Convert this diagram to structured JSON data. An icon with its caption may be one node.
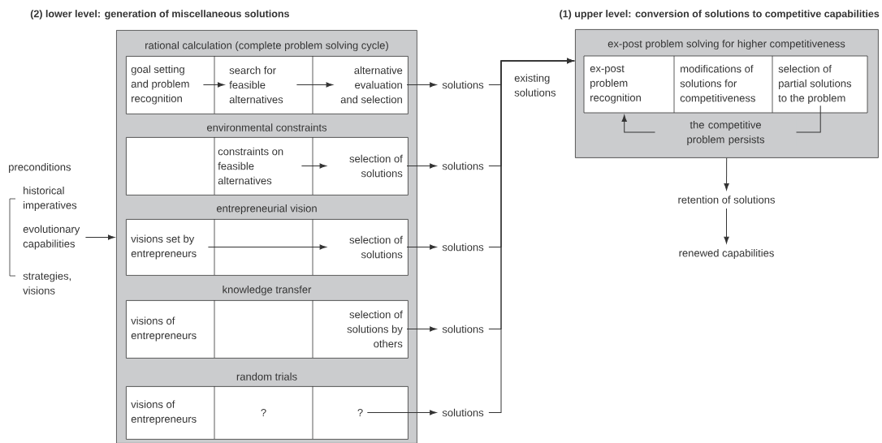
{
  "diagram": {
    "nodes": [
      {
        "text": [
          "(2) lower level: generation of miscellaneous solutions"
        ]
      },
      {
        "text": [
          "rational calculation (complete problem solving cycle)"
        ],
        "in": 0
      },
      {
        "text": [
          "goal setting and problem recognition"
        ],
        "in": 1
      },
      {
        "text": [
          "search for feasible alternatives"
        ],
        "in": 1
      },
      {
        "text": [
          "alternative evaluation and selection"
        ],
        "in": 1
      },
      {
        "text": [
          "environmental constraints"
        ],
        "in": 0
      },
      {
        "text": [
          "constraints on feasible alternatives"
        ],
        "in": 5
      },
      {
        "text": [
          "selection of solutions"
        ],
        "in": 5
      },
      {
        "text": [
          "entrepreneurial vision"
        ],
        "in": 0
      },
      {
        "text": [
          "visions set by entrepreneurs"
        ],
        "in": 8
      },
      {
        "text": [
          "selection of solutions"
        ],
        "in": 8
      },
      {
        "text": [
          "knowledge transfer"
        ],
        "in": 0
      },
      {
        "text": [
          "visions of entrepreneurs"
        ],
        "in": 11
      },
      {
        "text": [
          "selection of solutions by others"
        ],
        "in": 11
      },
      {
        "text": [
          "random trials"
        ],
        "in": 0
      },
      {
        "text": [
          "visions of entrepreneurs"
        ],
        "in": 14
      },
      {
        "text": [
          "?"
        ],
        "in": 14
      },
      {
        "text": [
          "?"
        ],
        "in": 14
      },
      {
        "text": [
          "solutions"
        ]
      },
      {
        "text": [
          "solutions"
        ]
      },
      {
        "text": [
          "solutions"
        ]
      },
      {
        "text": [
          "solutions"
        ]
      },
      {
        "text": [
          "solutions"
        ]
      },
      {
        "text": [
          "(1) upper level: conversion of solutions to competitive capabilities",
          "ex-post problem solving for higher competitiveness"
        ]
      },
      {
        "text": [
          "ex-post problem recognition"
        ],
        "in": 23
      },
      {
        "text": [
          "modifications of solutions for competitiveness"
        ],
        "in": 23
      },
      {
        "text": [
          "selection of partial solutions to the problem"
        ],
        "in": 23
      },
      {
        "text": [
          "retention of solutions"
        ]
      },
      {
        "text": [
          "renewed capabilities"
        ]
      },
      {
        "text": [
          "preconditions",
          "historical imperatives",
          "evolutionary capabilities",
          "strategies, visions"
        ]
      }
    ],
    "edges": [
      {
        "from": 2,
        "to": 3,
        "arrow": "to"
      },
      {
        "from": 3,
        "to": 4,
        "arrow": "to"
      },
      {
        "from": 6,
        "to": 7,
        "arrow": "to"
      },
      {
        "from": 9,
        "to": 10,
        "arrow": "to"
      },
      {
        "from": 4,
        "to": 18,
        "arrow": "to"
      },
      {
        "from": 7,
        "to": 19,
        "arrow": "to"
      },
      {
        "from": 10,
        "to": 20,
        "arrow": "to"
      },
      {
        "from": 13,
        "to": 21,
        "arrow": "to"
      },
      {
        "from": 17,
        "to": 22,
        "arrow": "to"
      },
      {
        "from": 18,
        "to": 23,
        "arrow": "to",
        "label": "existing solutions"
      },
      {
        "from": 19,
        "to": 23,
        "arrow": "to"
      },
      {
        "from": 20,
        "to": 23,
        "arrow": "to"
      },
      {
        "from": 21,
        "to": 23,
        "arrow": "to"
      },
      {
        "from": 22,
        "to": 23,
        "arrow": "to"
      },
      {
        "from": 26,
        "to": 24,
        "arrow": "to",
        "label": "the competitive problem persists"
      },
      {
        "from": 23,
        "to": 27,
        "arrow": "to"
      },
      {
        "from": 27,
        "to": 28,
        "arrow": "to"
      },
      {
        "from": 29,
        "to": 0,
        "arrow": "to"
      }
    ]
  }
}
